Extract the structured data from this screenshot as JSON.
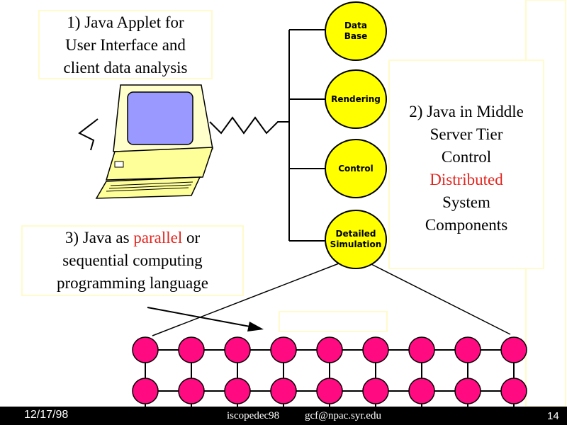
{
  "boxes": {
    "applet": [
      "1) Java Applet for",
      "User Interface and",
      "client data analysis"
    ],
    "middle": {
      "line1": "2) Java in Middle",
      "line2": "Server Tier",
      "line3": "Control",
      "line4_red": "Distributed",
      "line5": "System",
      "line6": "Components"
    },
    "parallel": {
      "prefix": "3) Java as ",
      "red": "parallel",
      "suffix": " or",
      "line2": "sequential computing",
      "line3": "programming language"
    }
  },
  "nodes": [
    "Data\nBase",
    "Rendering",
    "Control",
    "Detailed\nSimulation"
  ],
  "footer": {
    "date": "12/17/98",
    "event": "iscopedec98",
    "email": "gcf@npac.syr.edu",
    "page": "14"
  },
  "colors": {
    "node_fill": "#ffff00",
    "grid_node": "#ff0a80",
    "accent_red": "#e3261f",
    "footer_bg": "#000000"
  },
  "icons": [
    "computer-icon",
    "zigzag-connection-icon",
    "arrow-icon"
  ]
}
